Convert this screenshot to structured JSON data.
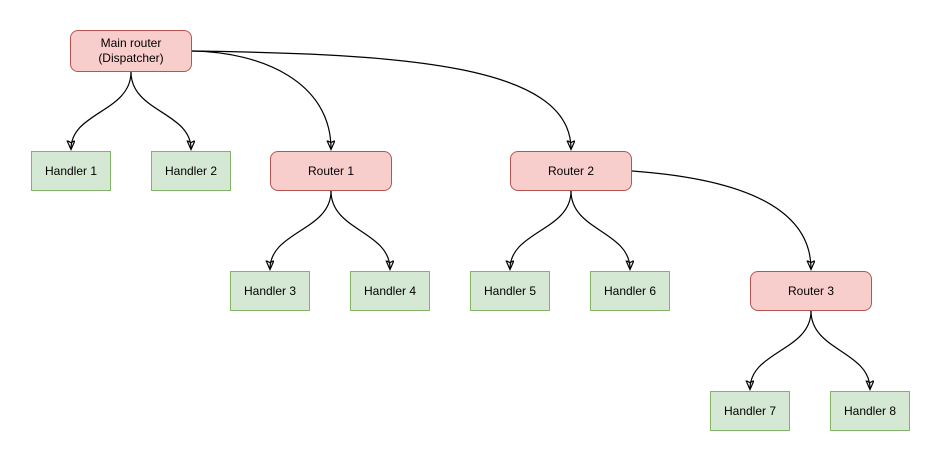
{
  "nodes": {
    "main_router": {
      "label": "Main router\n(Dispatcher)",
      "type": "router"
    },
    "handler_1": {
      "label": "Handler 1",
      "type": "handler"
    },
    "handler_2": {
      "label": "Handler 2",
      "type": "handler"
    },
    "router_1": {
      "label": "Router 1",
      "type": "router"
    },
    "router_2": {
      "label": "Router 2",
      "type": "router"
    },
    "handler_3": {
      "label": "Handler 3",
      "type": "handler"
    },
    "handler_4": {
      "label": "Handler 4",
      "type": "handler"
    },
    "handler_5": {
      "label": "Handler 5",
      "type": "handler"
    },
    "handler_6": {
      "label": "Handler 6",
      "type": "handler"
    },
    "router_3": {
      "label": "Router 3",
      "type": "router"
    },
    "handler_7": {
      "label": "Handler 7",
      "type": "handler"
    },
    "handler_8": {
      "label": "Handler 8",
      "type": "handler"
    }
  },
  "edges": [
    {
      "from": "main_router",
      "to": "handler_1"
    },
    {
      "from": "main_router",
      "to": "handler_2"
    },
    {
      "from": "main_router",
      "to": "router_1"
    },
    {
      "from": "main_router",
      "to": "router_2"
    },
    {
      "from": "router_1",
      "to": "handler_3"
    },
    {
      "from": "router_1",
      "to": "handler_4"
    },
    {
      "from": "router_2",
      "to": "handler_5"
    },
    {
      "from": "router_2",
      "to": "handler_6"
    },
    {
      "from": "router_2",
      "to": "router_3"
    },
    {
      "from": "router_3",
      "to": "handler_7"
    },
    {
      "from": "router_3",
      "to": "handler_8"
    }
  ],
  "colors": {
    "router_fill": "#f8cecc",
    "router_border": "#b85450",
    "handler_fill": "#d5e8d4",
    "handler_border": "#82b366",
    "edge_stroke": "#000000",
    "background": "#ffffff",
    "text": "#000000"
  }
}
